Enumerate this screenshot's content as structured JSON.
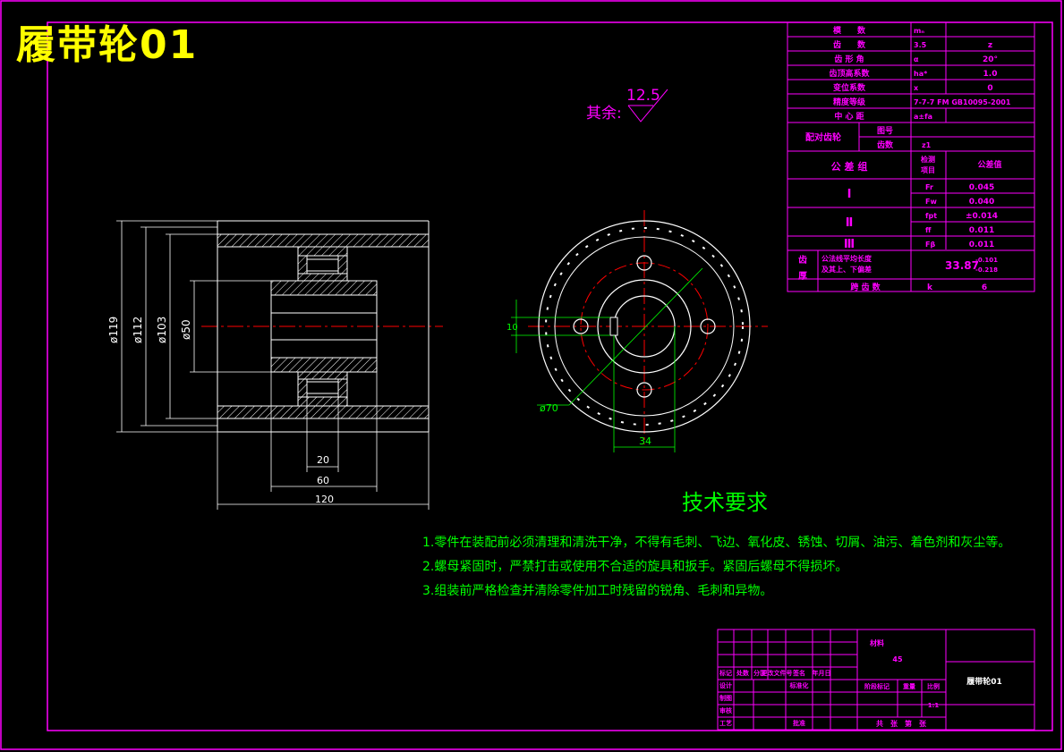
{
  "title": "履带轮01",
  "roughness": {
    "label": "其余:",
    "value": "12.5"
  },
  "dims": {
    "d119": "ø119",
    "d112": "ø112",
    "d103": "ø103",
    "d50": "ø50",
    "w20": "20",
    "w60": "60",
    "w120": "120",
    "key10": "10",
    "d70": "ø70",
    "w34": "34"
  },
  "tech": {
    "title": "技术要求",
    "lines": [
      "1.零件在装配前必须清理和清洗干净，不得有毛刺、飞边、氧化皮、锈蚀、切屑、油污、着色剂和灰尘等。",
      "2.螺母紧固时，严禁打击或使用不合适的旋具和扳手。紧固后螺母不得损坏。",
      "3.组装前严格检查并清除零件加工时残留的锐角、毛刺和异物。"
    ]
  },
  "gear_table": {
    "rows": [
      [
        "模　　数",
        "mₙ",
        ""
      ],
      [
        "齿　　数",
        "3.5",
        "z"
      ],
      [
        "齿 形 角",
        "α",
        "20°"
      ],
      [
        "齿顶高系数",
        "ha*",
        "1.0"
      ],
      [
        "变位系数",
        "x",
        "0"
      ],
      [
        "精度等级",
        "7-7-7 FM GB10095-2001",
        ""
      ],
      [
        "中 心 距",
        "a±fa",
        ""
      ]
    ],
    "mating": {
      "label": "配对齿轮",
      "sub1": "图号",
      "sub2": "齿数",
      "z1": "z1"
    },
    "tol_header": {
      "group": "公 差 组",
      "item": "检测项目",
      "value": "公差值"
    },
    "groups": [
      {
        "name": "Ⅰ",
        "items": [
          [
            "Fr",
            "0.045"
          ],
          [
            "Fw",
            "0.040"
          ]
        ]
      },
      {
        "name": "Ⅱ",
        "items": [
          [
            "fpt",
            "±0.014"
          ],
          [
            "ff",
            "0.011"
          ]
        ]
      },
      {
        "name": "Ⅲ",
        "items": [
          [
            "Fβ",
            "0.011"
          ]
        ]
      }
    ],
    "thickness": {
      "label": "齿厚",
      "desc1": "公法线平均长度",
      "desc2": "及其上、下偏差",
      "value": "33.87",
      "upper": "-0.101",
      "lower": "-0.218"
    },
    "span": {
      "label": "跨 齿 数",
      "sym": "k",
      "value": "6"
    }
  },
  "title_block": {
    "material_label": "材料",
    "material": "45",
    "name": "履带轮01",
    "row_labels": [
      "标记",
      "处数",
      "分区",
      "更改文件号",
      "签名",
      "年月日"
    ],
    "designer": "设计",
    "standard": "标准化",
    "drawer": "制图",
    "checker": "审核",
    "process": "工艺",
    "approve": "批准",
    "stage_label": "阶段标记",
    "weight": "重量",
    "scale_label": "比例",
    "scale": "1:1",
    "sheets": "共　张　第　张"
  },
  "colors": {
    "border": "#ff00ff",
    "part": "#ffffff",
    "center": "#ff0000",
    "dim": "#00ff00",
    "title": "#ffff00",
    "table_text": "#ff00ff"
  }
}
